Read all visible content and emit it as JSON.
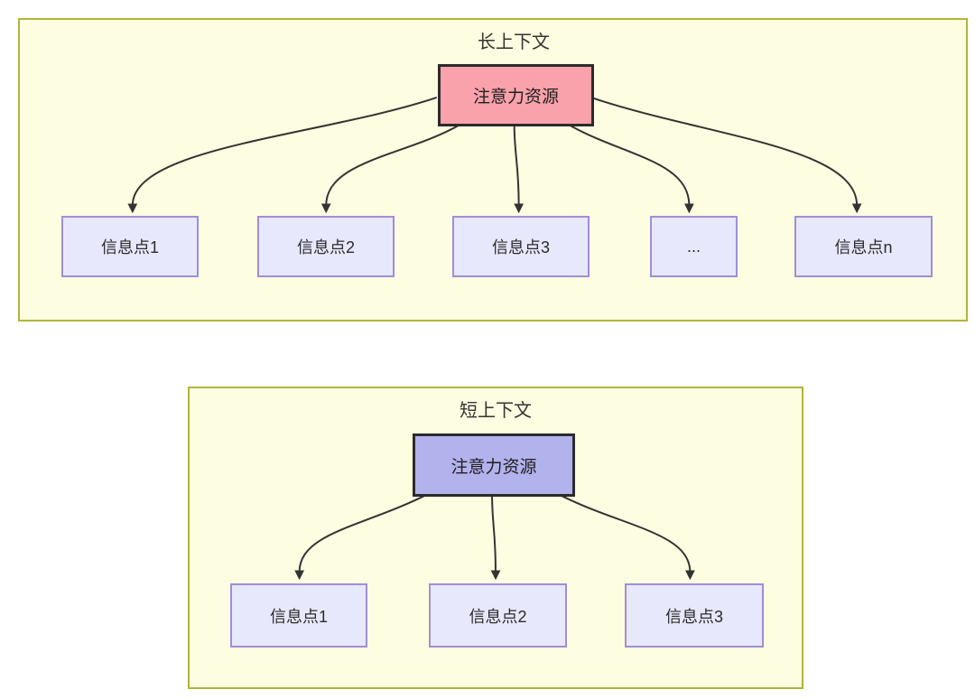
{
  "colors": {
    "container_bg": "#fdfde1",
    "container_border": "#b3b33b",
    "node_fill": "#e8e8fc",
    "node_border": "#9e8fd8",
    "attention_long_fill": "#f9a2ab",
    "attention_short_fill": "#b2b2ec",
    "attention_border": "#2b2b2b",
    "arrow": "#333333",
    "text": "#333333"
  },
  "long_context": {
    "title": "长上下文",
    "attention": {
      "label": "注意力资源"
    },
    "info_points": [
      {
        "label": "信息点1"
      },
      {
        "label": "信息点2"
      },
      {
        "label": "信息点3"
      },
      {
        "label": "..."
      },
      {
        "label": "信息点n"
      }
    ]
  },
  "short_context": {
    "title": "短上下文",
    "attention": {
      "label": "注意力资源"
    },
    "info_points": [
      {
        "label": "信息点1"
      },
      {
        "label": "信息点2"
      },
      {
        "label": "信息点3"
      }
    ]
  }
}
